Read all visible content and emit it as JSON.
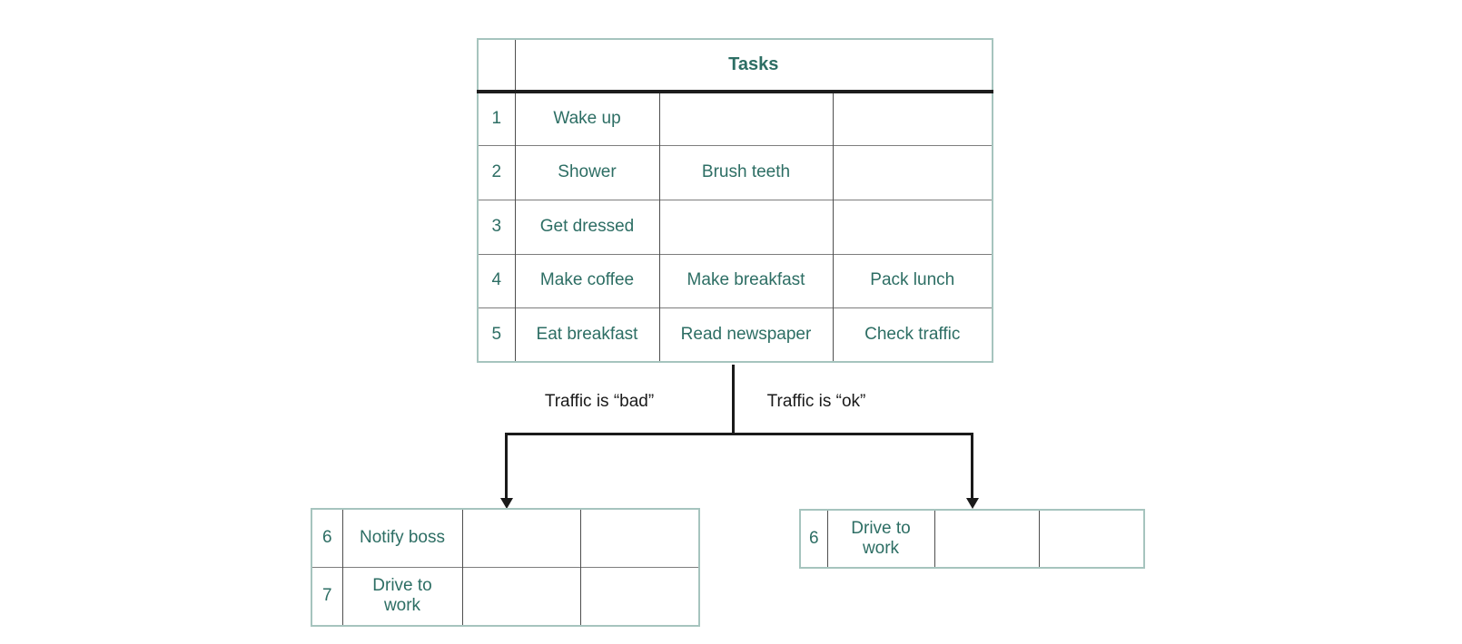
{
  "colors": {
    "teal_text": "#2d6e64",
    "coral_text": "#f2684f",
    "table_outer_border": "#a6c4be",
    "grid_vertical": "#4e4e4e",
    "grid_horizontal": "#7d7d7d",
    "header_rule": "#1d1d1d",
    "connector": "#1a1a1a",
    "background": "#ffffff"
  },
  "main_table": {
    "title": "Tasks",
    "rows": [
      {
        "num": "1",
        "cells": [
          "Wake up",
          "",
          ""
        ]
      },
      {
        "num": "2",
        "cells": [
          "Shower",
          "Brush teeth",
          ""
        ]
      },
      {
        "num": "3",
        "cells": [
          "Get dressed",
          "",
          ""
        ]
      },
      {
        "num": "4",
        "cells": [
          "Make coffee",
          "Make breakfast",
          "Pack lunch"
        ]
      },
      {
        "num": "5",
        "cells": [
          "Eat breakfast",
          "Read newspaper",
          "Check traffic"
        ]
      }
    ]
  },
  "branches": {
    "bad_label": "Traffic is “bad”",
    "ok_label": "Traffic is “ok”"
  },
  "bad_table": {
    "rows": [
      {
        "num": "6",
        "cells": [
          "Notify boss",
          "",
          ""
        ]
      },
      {
        "num": "7",
        "cells": [
          "Drive to work",
          "",
          ""
        ]
      }
    ]
  },
  "ok_table": {
    "rows": [
      {
        "num": "6",
        "cells": [
          "Drive to work",
          "",
          ""
        ]
      }
    ]
  }
}
